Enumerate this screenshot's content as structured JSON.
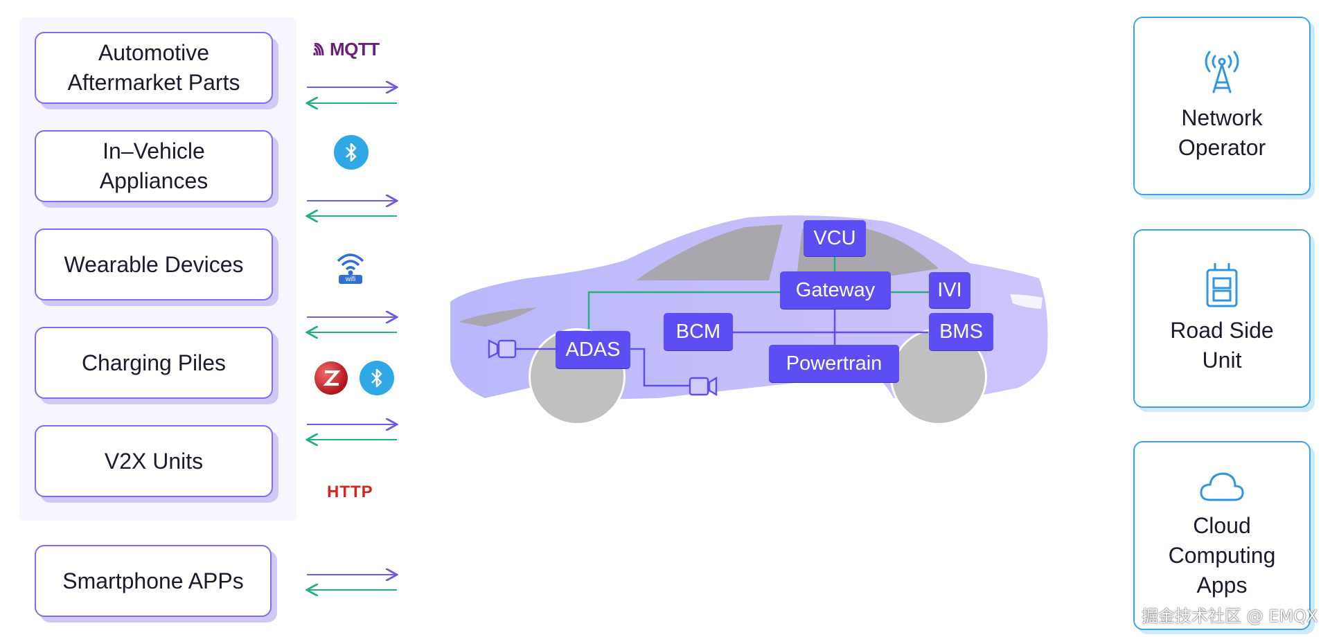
{
  "devices": [
    {
      "label": "Automotive\nAftermarket Parts"
    },
    {
      "label": "In–Vehicle\nAppliances"
    },
    {
      "label": "Wearable Devices"
    },
    {
      "label": "Charging Piles"
    },
    {
      "label": "V2X Units"
    },
    {
      "label": "Smartphone APPs"
    }
  ],
  "protocols": {
    "mqtt": "MQTT",
    "wifi": "wifi",
    "http": "HTTP"
  },
  "vehicle_nodes": {
    "vcu": "VCU",
    "gateway": "Gateway",
    "ivi": "IVI",
    "bcm": "BCM",
    "bms": "BMS",
    "adas": "ADAS",
    "powertrain": "Powertrain"
  },
  "external": [
    {
      "label": "Network\nOperator",
      "icon": "antenna-icon"
    },
    {
      "label": "Road Side\nUnit",
      "icon": "roadside-unit-icon"
    },
    {
      "label": "Cloud\nComputing\nApps",
      "icon": "cloud-icon"
    }
  ],
  "watermark": "掘金技术社区 @ EMQX",
  "colors": {
    "purple_accent": "#5c4ef2",
    "green_link": "#22b07d",
    "blue_accent": "#3aa4e6",
    "car_body": "#c3c0fb"
  }
}
